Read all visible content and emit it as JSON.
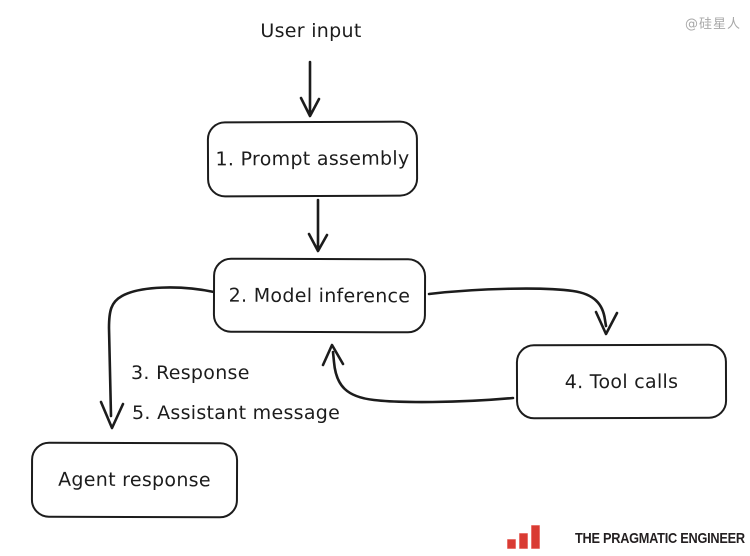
{
  "watermark": "@硅星人",
  "diagram": {
    "input_label": "User input",
    "nodes": [
      {
        "id": "prompt-assembly",
        "label": "1. Prompt assembly"
      },
      {
        "id": "model-inference",
        "label": "2. Model inference"
      },
      {
        "id": "tool-calls",
        "label": "4. Tool calls"
      },
      {
        "id": "agent-response",
        "label": "Agent response"
      }
    ],
    "edge_labels": [
      {
        "label": "3. Response"
      },
      {
        "label": "5. Assistant message"
      }
    ],
    "stroke_color": "#1c1c1c"
  },
  "footer": {
    "brand": "THE PRAGMATIC ENGINEER",
    "logo_icon": "bar-chart-icon",
    "accent_color": "#d93b33",
    "text_color": "#231f20"
  }
}
